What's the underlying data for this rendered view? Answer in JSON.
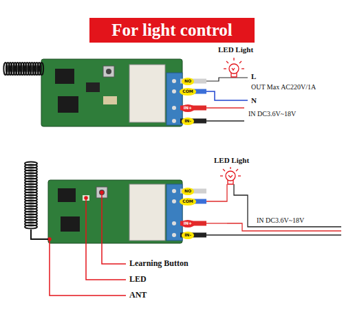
{
  "diagram": {
    "title": "For light control",
    "nodes": [
      {
        "text": [
          "NO"
        ]
      },
      {
        "text": [
          "COM"
        ]
      },
      {
        "text": [
          "IN+"
        ]
      },
      {
        "text": [
          "IN-"
        ]
      },
      {
        "text": [
          "NO"
        ]
      },
      {
        "text": [
          "COM"
        ]
      },
      {
        "text": [
          "IN+"
        ]
      },
      {
        "text": [
          "IN-"
        ]
      }
    ],
    "labels": [
      "LED Light",
      "L",
      "OUT Max AC220V/1A",
      "N",
      "IN DC3.6V~18V",
      "LED Light",
      "IN DC3.6V~18V",
      "Learning Button",
      "LED",
      "ANT"
    ]
  }
}
